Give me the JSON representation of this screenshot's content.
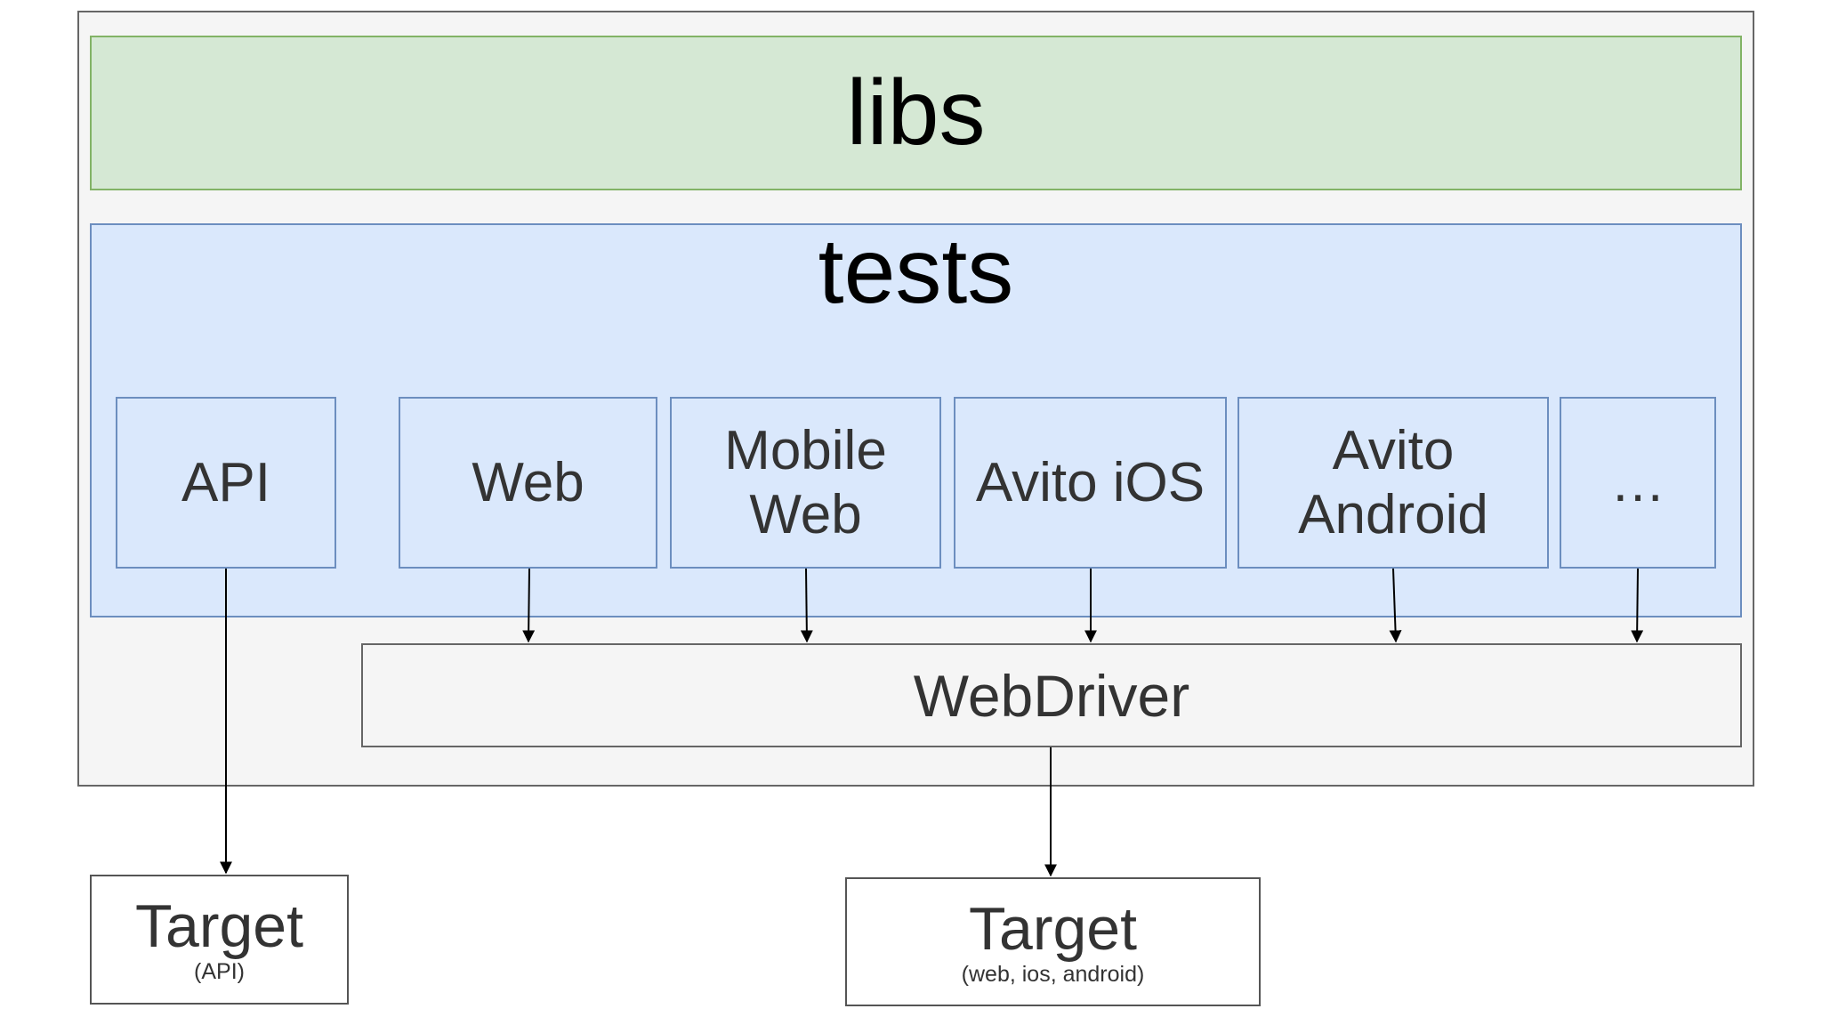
{
  "layers": {
    "libs": "libs",
    "tests": "tests"
  },
  "test_suites": [
    {
      "label": "API"
    },
    {
      "label": "Web"
    },
    {
      "label": "Mobile Web"
    },
    {
      "label": "Avito iOS"
    },
    {
      "label": "Avito Android"
    },
    {
      "label": "…"
    }
  ],
  "webdriver": "WebDriver",
  "targets": [
    {
      "title": "Target",
      "subtitle": "(API)"
    },
    {
      "title": "Target",
      "subtitle": "(web, ios, android)"
    }
  ],
  "colors": {
    "libs_fill": "#d5e8d4",
    "libs_stroke": "#82b366",
    "tests_fill": "#dae8fc",
    "tests_stroke": "#6c8ebf",
    "container_fill": "#f5f5f5",
    "container_stroke": "#666666",
    "arrow": "#000000"
  }
}
